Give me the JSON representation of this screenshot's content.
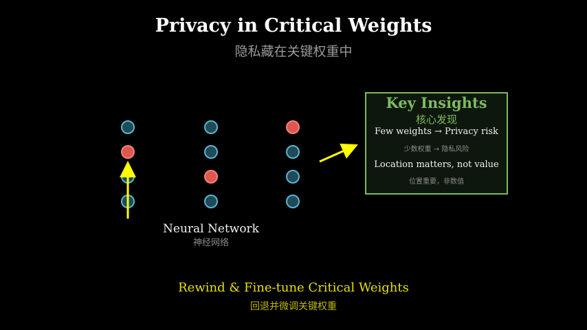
{
  "header": {
    "title": "Privacy in Critical Weights",
    "subtitle": "隐私藏在关键权重中"
  },
  "network": {
    "label": "Neural Network",
    "sublabel": "神经网络",
    "layers": [
      [
        "normal",
        "critical",
        "normal",
        "normal"
      ],
      [
        "normal",
        "normal",
        "critical",
        "normal"
      ],
      [
        "critical",
        "normal",
        "normal",
        "normal"
      ]
    ],
    "colors": {
      "normal_fill": "#1f4a58",
      "normal_stroke": "#5bb6d0",
      "critical_fill": "#e0574e",
      "critical_stroke": "#f0837b",
      "arrow": "#ffff00"
    }
  },
  "insights": {
    "title": "Key Insights",
    "subtitle": "核心发现",
    "line1": "Few weights → Privacy risk",
    "note1": "少数权重 → 隐私风险",
    "line2": "Location matters, not value",
    "note2": "位置重要，非数值",
    "border_color": "#7dbb5f"
  },
  "footer": {
    "label": "Rewind & Fine-tune Critical Weights",
    "sublabel": "回退并微调关键权重"
  }
}
